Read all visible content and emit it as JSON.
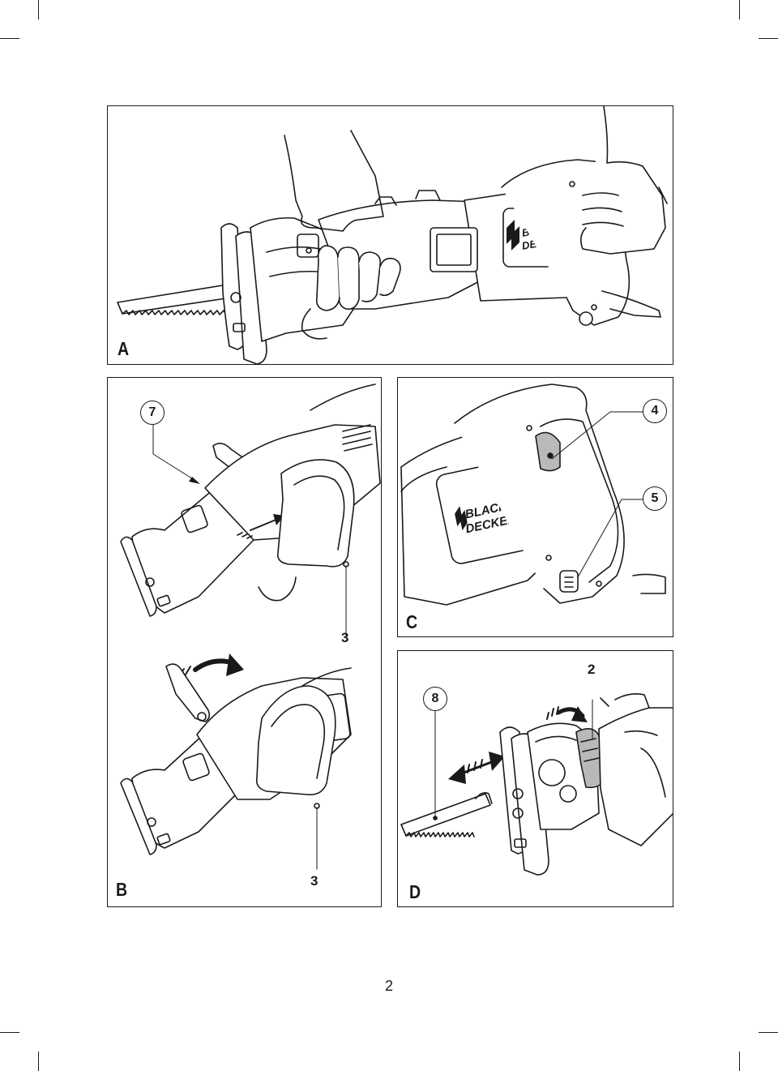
{
  "figures": {
    "A": {
      "letter": "A",
      "logo_line1": "BLACK&",
      "logo_line2": "DECKER"
    },
    "B": {
      "letter": "B",
      "callouts": [
        "7",
        "3",
        "3"
      ]
    },
    "C": {
      "letter": "C",
      "callouts": [
        "4",
        "5"
      ],
      "logo_line1": "BLACK&",
      "logo_line2": "DECKER"
    },
    "D": {
      "letter": "D",
      "callouts": [
        "2",
        "8"
      ]
    }
  },
  "page_number": "2",
  "colors": {
    "line": "#1a1a1a",
    "shade": "#b9b9b9"
  }
}
